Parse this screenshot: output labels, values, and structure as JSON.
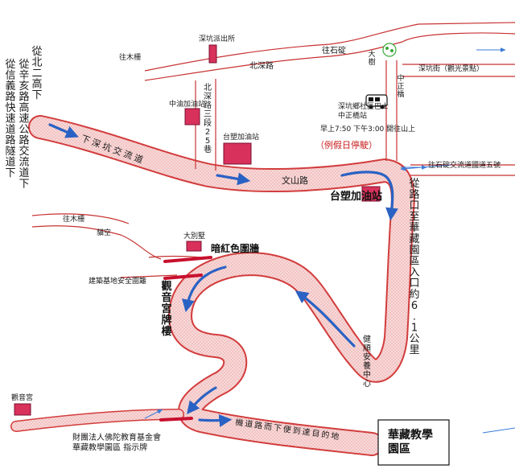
{
  "left_side_notes": [
    "從北二高下",
    "從辛亥路高速公路交流道下",
    "從信義路快速道路隧道下"
  ],
  "roads": {
    "xiazhuang_interchange": "下深坑交流道",
    "wenshan_road": "文山路",
    "beishen_road": "北深路",
    "beishen_lane": "北深路三段25巷",
    "wangmu_1": "往木柵",
    "wangmu_2": "往木柵",
    "maokong": "貓空",
    "wang_shiding": "往石碇",
    "shenkeng_street": "深坑街（觀光景點）",
    "zhongzheng_bridge": "中正橋",
    "wang_shiding_interchange": "往石碇交流道國道五號",
    "narrow_road_note": "機道路而下便到達目的地"
  },
  "landmarks": {
    "police": "深坑派出所",
    "big_tree": "大樹",
    "zhongyou_gas": "中油加油站",
    "taisu_gas_small": "台塑加油站",
    "taisu_gas_big": "台塑加油站",
    "big_villa": "大別墅",
    "dark_red_wall": "暗紅色圍牆",
    "construction_fence": "建築基地安全圍籬",
    "guanyin_gate": "觀音宮牌樓",
    "guanyin_temple": "觀音宮",
    "health_center": "健順安養中心",
    "foundation_sign": "財團法人佛陀教育基金會\n華藏教學園區 指示牌",
    "destination": "華藏教學\n園區"
  },
  "bus": {
    "stop_name": "深坑鄉社區巴士\n中正橋站",
    "schedule": "早上7:50 下午3:00 開往山上",
    "holiday_note": "（例假日停駛）"
  },
  "distance_note": "從路口至華藏園區入口約6.1公里",
  "colors": {
    "road_fill": "#f6cfcf",
    "road_edge": "#d23c3c",
    "route_arrow": "#2a62c4",
    "building": "#d8315b",
    "warning_text": "#c81e1e"
  }
}
